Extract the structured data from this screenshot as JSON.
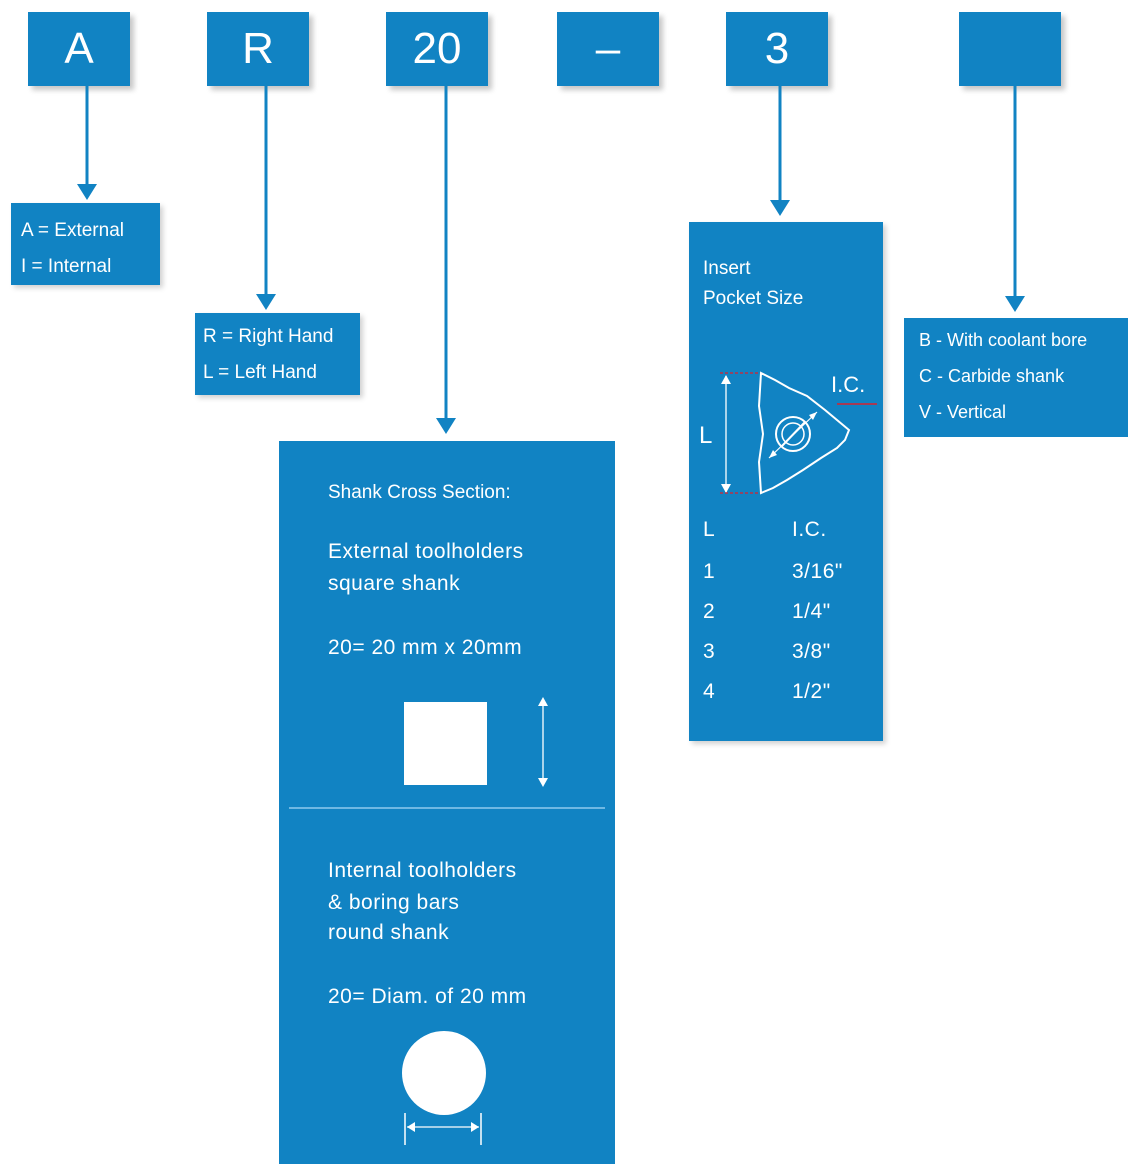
{
  "code": {
    "boxes": [
      "A",
      "R",
      "20",
      "–",
      "3",
      ""
    ]
  },
  "holder_type": {
    "lines": [
      "A = External",
      "I = Internal"
    ]
  },
  "hand": {
    "lines": [
      "R = Right Hand",
      "L = Left Hand"
    ]
  },
  "shank": {
    "title": "Shank Cross Section:",
    "external_line1": "External toolholders",
    "external_line2": "square shank",
    "external_size": "20= 20 mm x 20mm",
    "internal_line1": "Internal toolholders",
    "internal_line2": "& boring bars",
    "internal_line3": "round shank",
    "internal_size": "20= Diam. of 20 mm"
  },
  "insert": {
    "title1": "Insert",
    "title2": "Pocket Size",
    "diagram_L": "L",
    "diagram_IC": "I.C.",
    "table_header": [
      "L",
      "I.C."
    ],
    "rows": [
      [
        "1",
        "3/16\""
      ],
      [
        "2",
        "1/4\""
      ],
      [
        "3",
        "3/8\""
      ],
      [
        "4",
        "1/2\""
      ]
    ]
  },
  "options": {
    "lines": [
      "B - With coolant bore",
      "C - Carbide shank",
      "V - Vertical"
    ]
  },
  "colors": {
    "panel_blue": "#1183c3",
    "text": "#ffffff",
    "ic_red": "#d9232e"
  }
}
